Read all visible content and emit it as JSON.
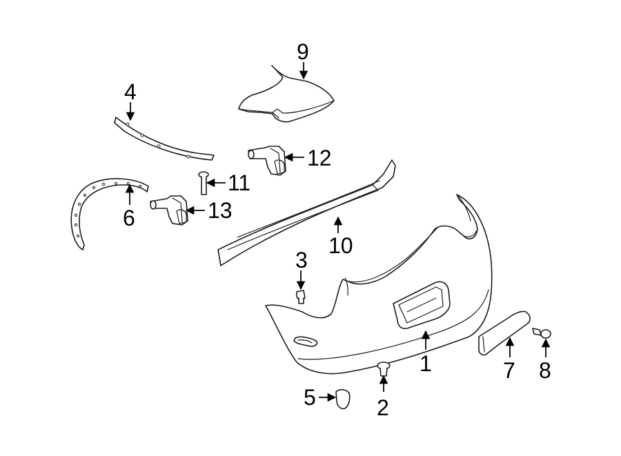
{
  "diagram": {
    "callouts": [
      {
        "id": "1",
        "label": "1"
      },
      {
        "id": "2",
        "label": "2"
      },
      {
        "id": "3",
        "label": "3"
      },
      {
        "id": "4",
        "label": "4"
      },
      {
        "id": "5",
        "label": "5"
      },
      {
        "id": "6",
        "label": "6"
      },
      {
        "id": "7",
        "label": "7"
      },
      {
        "id": "8",
        "label": "8"
      },
      {
        "id": "9",
        "label": "9"
      },
      {
        "id": "10",
        "label": "10"
      },
      {
        "id": "11",
        "label": "11"
      },
      {
        "id": "12",
        "label": "12"
      },
      {
        "id": "13",
        "label": "13"
      }
    ],
    "colors": {
      "line": "#1a1a1a",
      "background": "#ffffff",
      "label": "#000000"
    }
  }
}
